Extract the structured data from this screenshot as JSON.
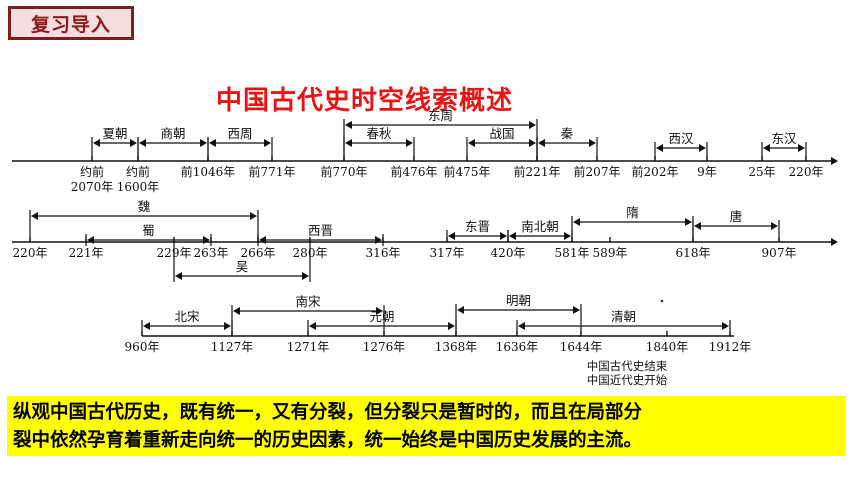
{
  "header": {
    "badge": "复习导入"
  },
  "title": "中国古代史时空线索概述",
  "timeline": {
    "rows": [
      {
        "ticks": [
          "约前\n2070年",
          "约前\n1600年",
          "前1046年",
          "前771年",
          "前770年",
          "前476年",
          "前475年",
          "前221年",
          "前207年",
          "前202年",
          "9年",
          "25年",
          "220年"
        ],
        "periods": [
          {
            "label": "夏朝",
            "from": 0,
            "to": 1
          },
          {
            "label": "商朝",
            "from": 1,
            "to": 2
          },
          {
            "label": "西周",
            "from": 2,
            "to": 3
          },
          {
            "label": "东周",
            "from": 4,
            "to": 7
          },
          {
            "label": "春秋",
            "from": 4,
            "to": 5
          },
          {
            "label": "战国",
            "from": 6,
            "to": 7
          },
          {
            "label": "秦",
            "from": 7,
            "to": 8
          },
          {
            "label": "西汉",
            "from": 9,
            "to": 10
          },
          {
            "label": "东汉",
            "from": 11,
            "to": 12
          }
        ]
      },
      {
        "ticks": [
          "220年",
          "221年",
          "229年",
          "263年",
          "266年",
          "280年",
          "316年",
          "317年",
          "420年",
          "581年",
          "589年",
          "618年",
          "907年"
        ],
        "periods": [
          {
            "label": "魏",
            "from": 0,
            "to": 4
          },
          {
            "label": "蜀",
            "from": 1,
            "to": 3
          },
          {
            "label": "吴",
            "from": 2,
            "to": 5
          },
          {
            "label": "西晋",
            "from": 4,
            "to": 6
          },
          {
            "label": "东晋",
            "from": 7,
            "to": 8
          },
          {
            "label": "南北朝",
            "from": 8,
            "to": 9
          },
          {
            "label": "隋",
            "from": 9,
            "to": 11
          },
          {
            "label": "唐",
            "from": 11,
            "to": 12
          }
        ]
      },
      {
        "ticks": [
          "960年",
          "1127年",
          "1271年",
          "1276年",
          "1368年",
          "1636年",
          "1644年",
          "1840年",
          "1912年"
        ],
        "periods": [
          {
            "label": "北宋",
            "from": 0,
            "to": 1
          },
          {
            "label": "南宋",
            "from": 1,
            "to": 3
          },
          {
            "label": "元朝",
            "from": 2,
            "to": 4
          },
          {
            "label": "明朝",
            "from": 4,
            "to": 6
          },
          {
            "label": "清朝",
            "from": 5,
            "to": 8
          }
        ],
        "note": [
          "中国古代史结束",
          "中国近代史开始"
        ]
      }
    ]
  },
  "summary": {
    "line1": "纵观中国古代历史，既有统一，又有分裂，但分裂只是暂时的，而且在局部分",
    "line2": "裂中依然孕育着重新走向统一的历史因素，统一始终是中国历史发展的主流。"
  }
}
